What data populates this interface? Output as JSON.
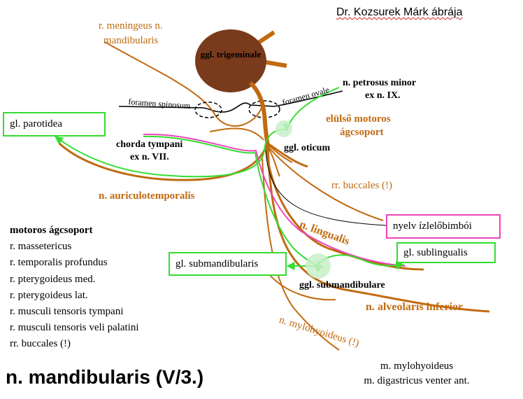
{
  "author": "Dr. Kozsurek Márk ábrája",
  "title": "n. mandibularis (V/3.)",
  "ganglion_trigeminale": "ggl. trigeminale",
  "labels": {
    "meningeus_line1": "r. meningeus n.",
    "meningeus_line2": "mandibularis",
    "foramen_spinosum": "foramen spinosum",
    "foramen_ovale": "foramen ovale",
    "petrosus_line1": "n. petrosus minor",
    "petrosus_line2": "ex n. IX.",
    "elulso_line1": "elülső motoros",
    "elulso_line2": "ágcsoport",
    "ggl_oticum": "ggl. oticum",
    "chorda_line1": "chorda tympani",
    "chorda_line2": "ex n. VII.",
    "rr_buccales": "rr. buccales (!)",
    "auriculotemporalis": "n. auriculotemporalis",
    "lingualis": "n. lingualis",
    "ggl_submandibulare": "ggl. submandibulare",
    "alveolaris": "n. alveolaris inferior",
    "mylohyoideus": "n. mylohyoideus (!)"
  },
  "boxes": {
    "parotidea": "gl. parotidea",
    "nyelv": "nyelv ízlelőbimbói",
    "sublingualis": "gl. sublingualis",
    "submandibularis": "gl. submandibularis"
  },
  "motoros": {
    "heading": "motoros ágcsoport",
    "items": [
      "r. massetericus",
      "r. temporalis profundus",
      "r. pterygoideus med.",
      "r. pterygoideus lat.",
      "r. musculi tensoris tympani",
      "r. musculi tensoris veli palatini",
      "rr. buccales (!)"
    ]
  },
  "bottom_muscles": [
    "m. mylohyoideus",
    "m. digastricus venter ant."
  ],
  "colors": {
    "nerve": "#C06A10",
    "ganglion": "#7A3A1C",
    "parasympathetic": "#33DD33",
    "taste": "#EE44BB",
    "ganglion_halo": "#C8F0C8"
  }
}
